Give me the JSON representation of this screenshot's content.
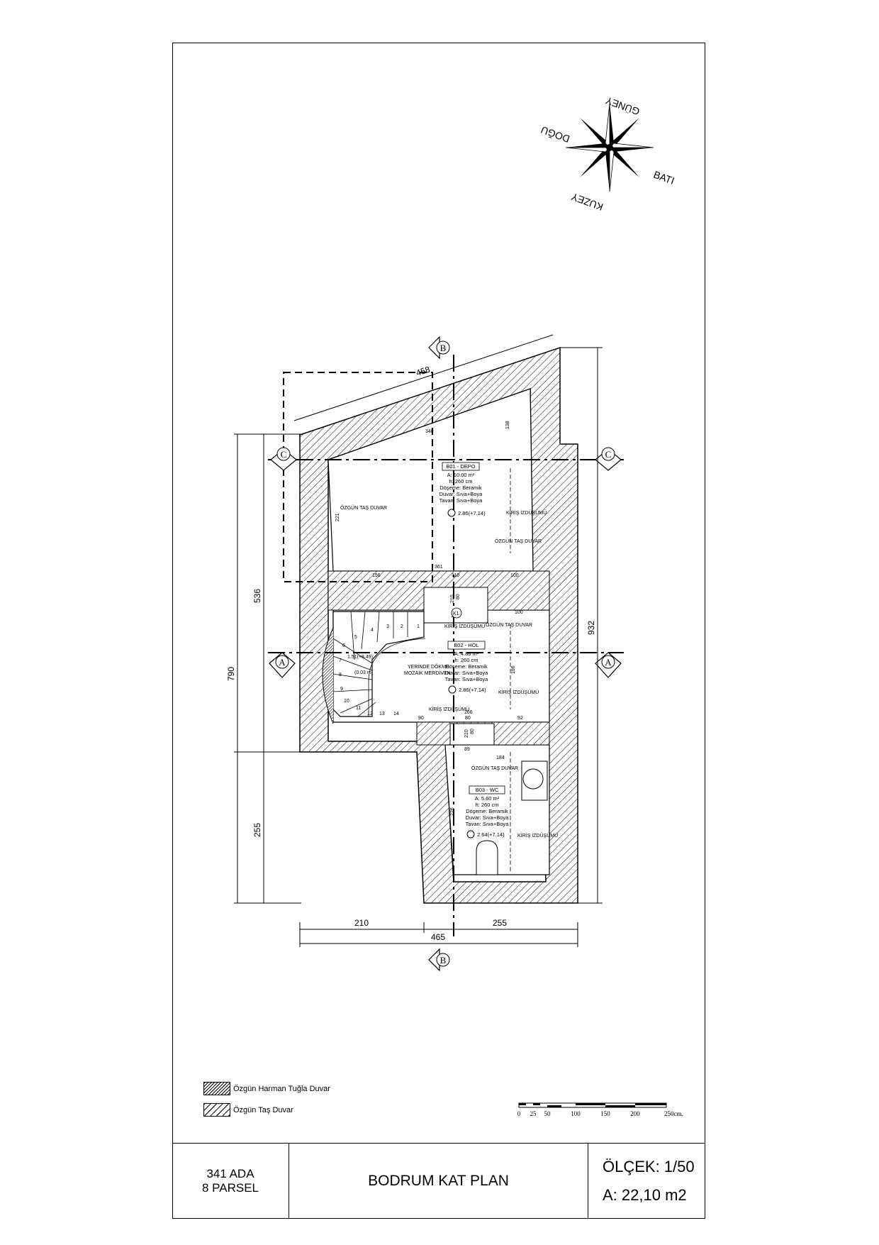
{
  "title_block": {
    "ada": "341 ADA",
    "parsel": "8 PARSEL",
    "plan_title": "BODRUM KAT PLAN",
    "scale": "ÖLÇEK: 1/50",
    "area": "A: 22,10 m2"
  },
  "legend": {
    "brick_wall": "Özgün Harman Tuğla Duvar",
    "stone_wall": "Özgün Taş Duvar"
  },
  "compass": {
    "north": "KUZEY",
    "south": "GÜNEY",
    "east": "DOĞU",
    "west": "BATI"
  },
  "section_markers": {
    "a": "A",
    "b": "B",
    "c": "C"
  },
  "dimensions": {
    "top_slope": "458",
    "left_total": "790",
    "left_upper": "536",
    "left_lower": "255",
    "right_total": "932",
    "bottom_left": "210",
    "bottom_right": "255",
    "bottom_total": "465",
    "inner_dims": [
      "340",
      "138",
      "221",
      "156",
      "110",
      "100",
      "361",
      "80",
      "210",
      "110",
      "100",
      "196",
      "266",
      "90",
      "80",
      "92",
      "80",
      "210",
      "89",
      "184",
      "226"
    ]
  },
  "rooms": [
    {
      "name": "B01 - DEPO",
      "area": "A: 10.00 m²",
      "height": "h: 260 cm",
      "floor": "Döşeme: Beramik",
      "wall": "Duvar: Sıva+Boya",
      "ceiling": "Tavan: Sıva+Boya",
      "level": "2.86(+7.14)"
    },
    {
      "name": "B02 - HOL",
      "area": "A: 4.86 m²",
      "height": "h: 260 cm",
      "floor": "Döşeme: Beramik",
      "wall": "Duvar: Sıva+Boya",
      "ceiling": "Tavan: Sıva+Boya",
      "level": "2.86(+7.14)"
    },
    {
      "name": "B03 - WC",
      "area": "A: 5.60 m²",
      "height": "h: 260 cm",
      "floor": "Döşeme: Beramik",
      "wall": "Duvar: Sıva+Boya",
      "ceiling": "Tavan: Sıva+Boya",
      "level": "2.64(+7.14)"
    }
  ],
  "notes": {
    "stone_wall": "ÖZGÜN TAŞ DUVAR",
    "beam_trace": "KİRİŞ İZDÜŞÜMÜ",
    "stair": "YERİNDE DÖKME",
    "stair2": "MOZAİK MERDİVEN",
    "stair_level": "1.51(+8.49)",
    "stair_step": "(0.03 m)",
    "door_code": "K1"
  },
  "stair_steps": [
    "1",
    "2",
    "3",
    "4",
    "5",
    "6",
    "7",
    "8",
    "9",
    "10",
    "11",
    "12",
    "13",
    "14"
  ],
  "scale_bar": {
    "ticks": [
      "0",
      "25",
      "50",
      "100",
      "150",
      "200",
      "250cm."
    ]
  }
}
